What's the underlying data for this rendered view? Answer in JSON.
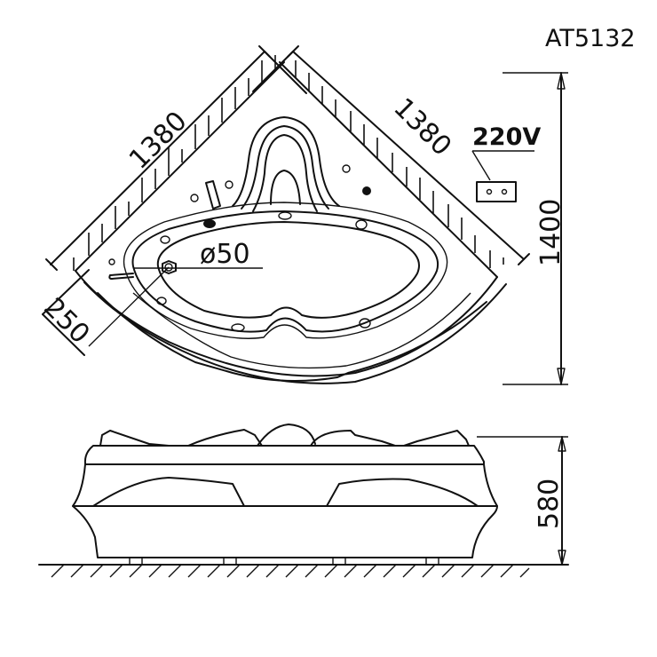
{
  "model_code": "AT5132",
  "plan_view": {
    "dim_left_side": "1380",
    "dim_right_side": "1380",
    "dim_depth": "1400",
    "dim_corner_offset": "250",
    "drain_diameter": "ø50",
    "power_label": "220V",
    "icons": {
      "power_socket": "power-socket-icon",
      "drain": "drain-icon",
      "jets": "jet-nozzle-icon",
      "faucet": "faucet-icon"
    }
  },
  "elevation_view": {
    "dim_height": "580",
    "ground": "floor-hatch"
  },
  "colors": {
    "line": "#111111",
    "background": "#ffffff"
  }
}
